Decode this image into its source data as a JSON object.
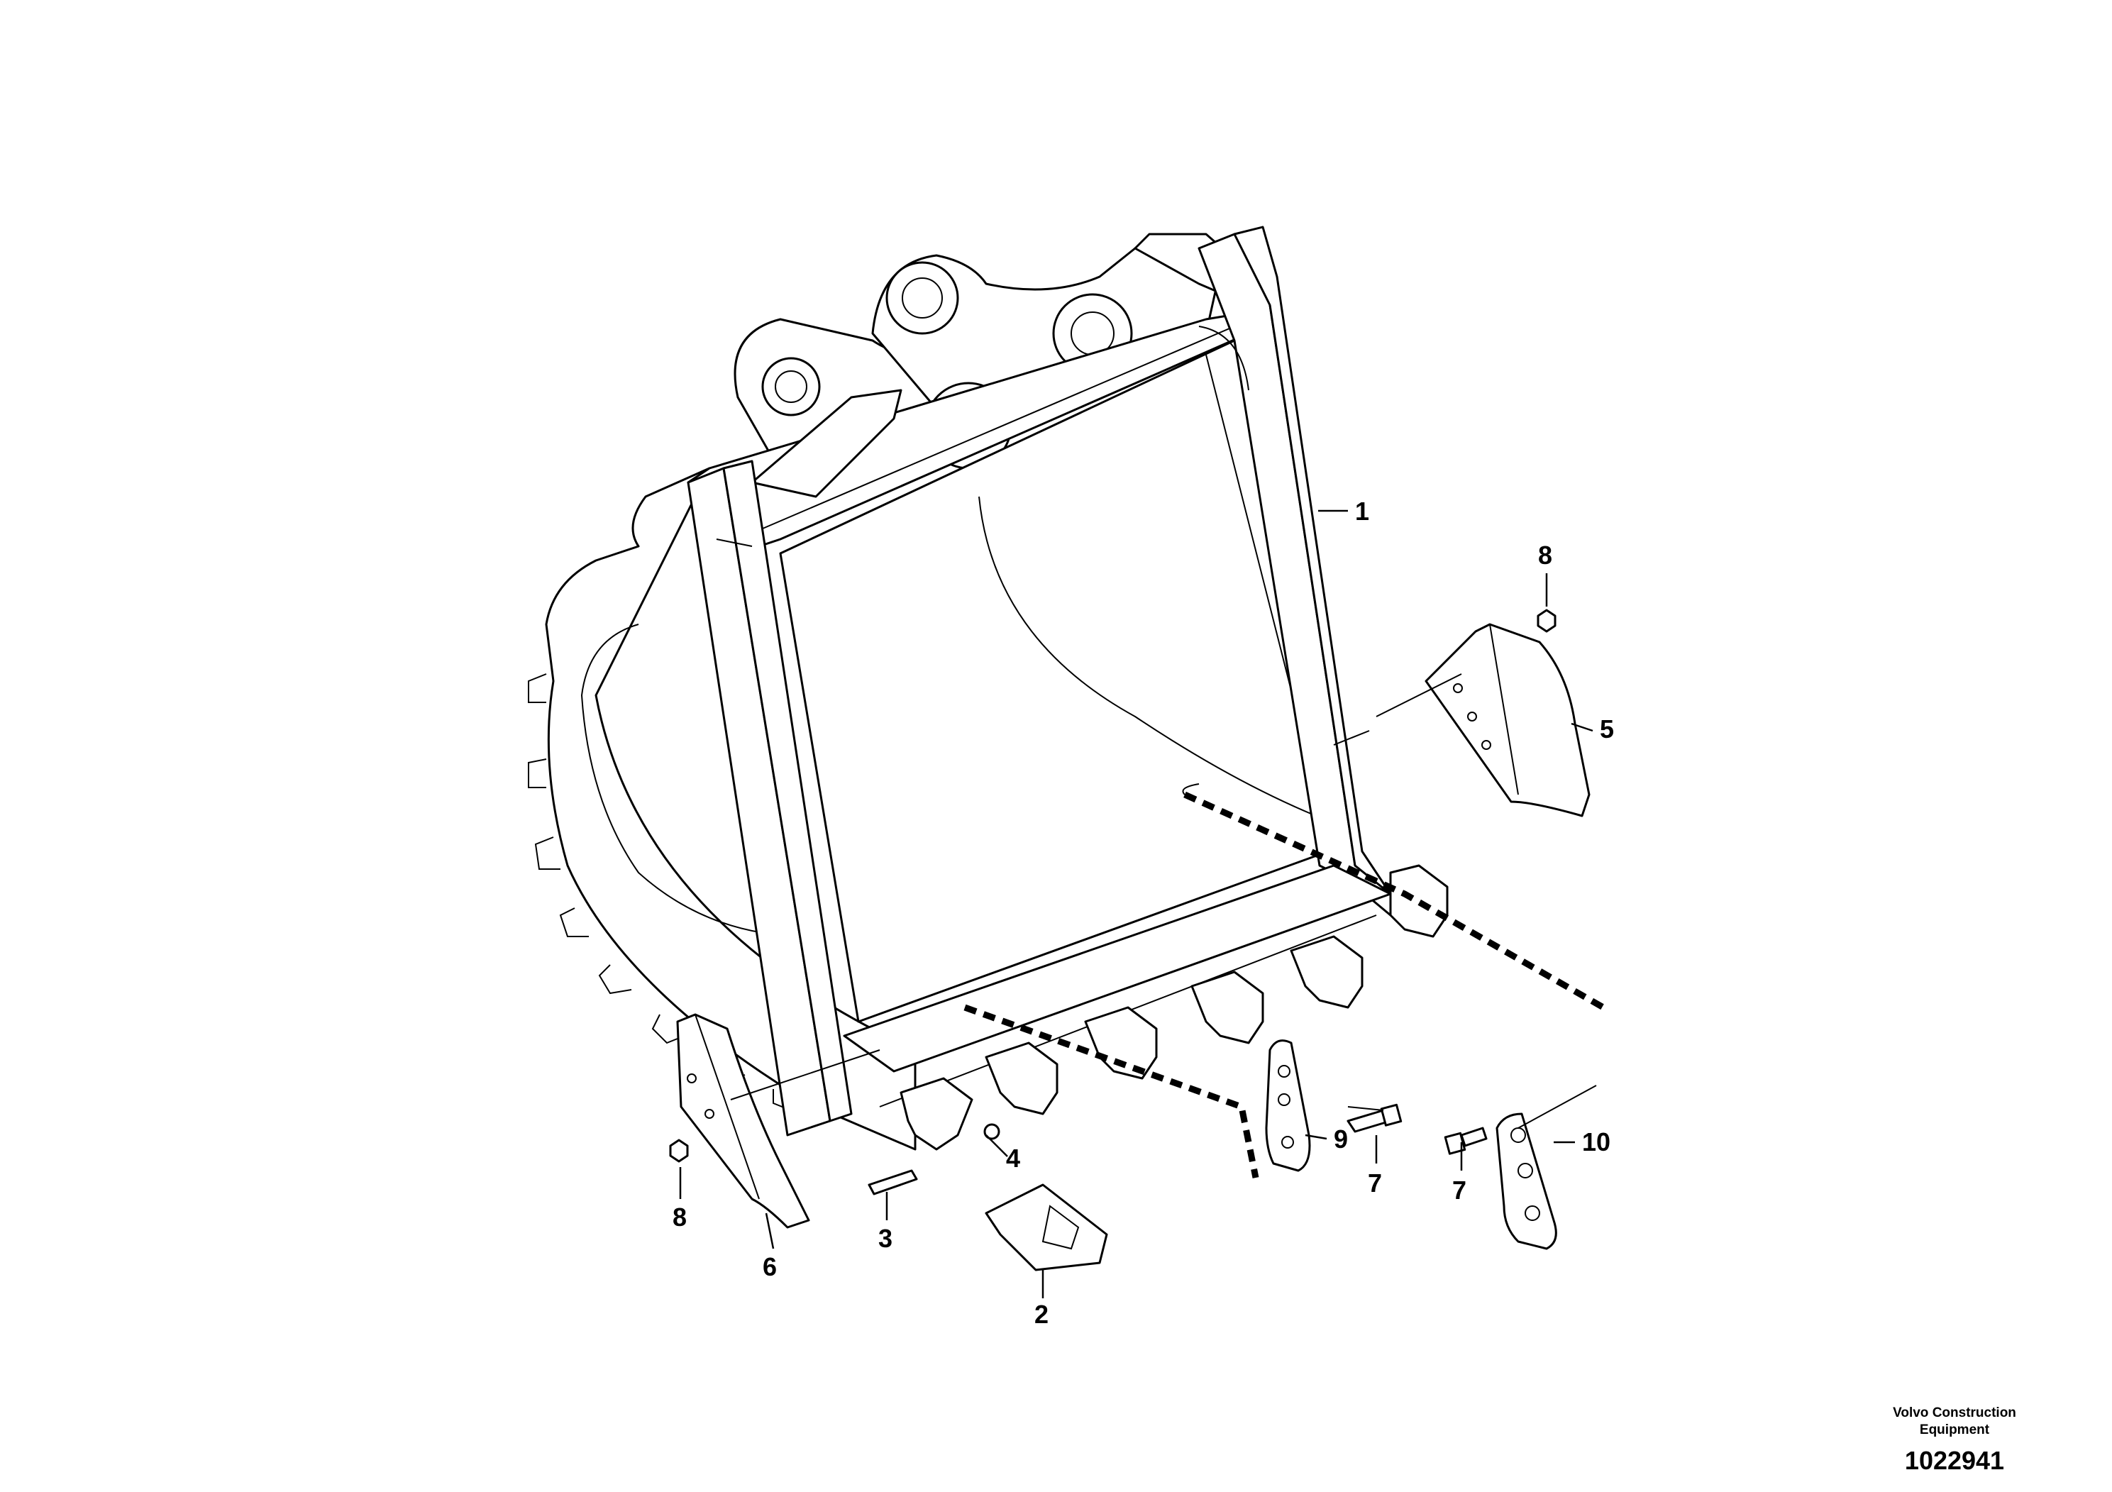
{
  "drawing": {
    "callouts": [
      {
        "id": "c1",
        "label": "1"
      },
      {
        "id": "c2",
        "label": "2"
      },
      {
        "id": "c3",
        "label": "3"
      },
      {
        "id": "c4",
        "label": "4"
      },
      {
        "id": "c5",
        "label": "5"
      },
      {
        "id": "c6",
        "label": "6"
      },
      {
        "id": "c7a",
        "label": "7"
      },
      {
        "id": "c7b",
        "label": "7"
      },
      {
        "id": "c8a",
        "label": "8"
      },
      {
        "id": "c8b",
        "label": "8"
      },
      {
        "id": "c9",
        "label": "9"
      },
      {
        "id": "c10",
        "label": "10"
      }
    ],
    "credit_line1": "Volvo Construction",
    "credit_line2": "Equipment",
    "document_number": "1022941"
  }
}
